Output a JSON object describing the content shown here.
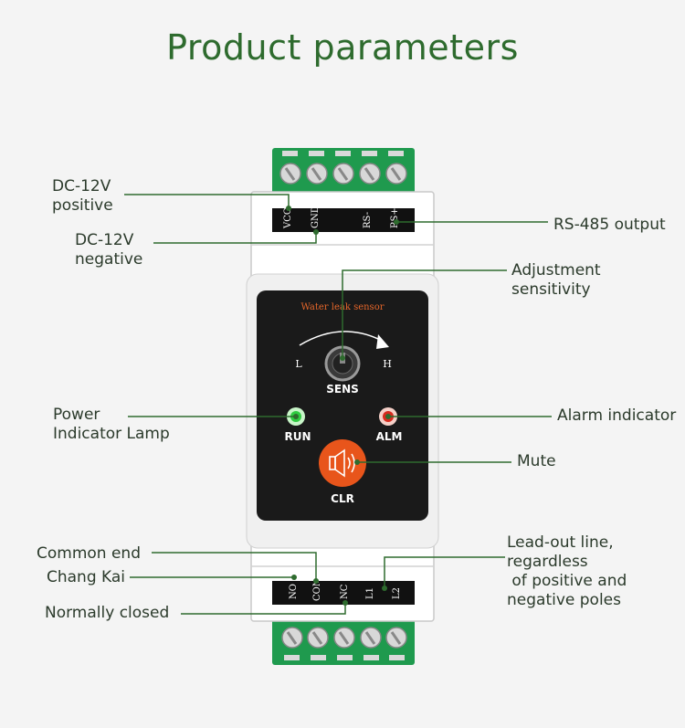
{
  "title": "Product parameters",
  "colors": {
    "title": "#2e6b2e",
    "leader_line": "#2e6b2e",
    "terminal_green": "#1f9a4e",
    "panel": "#1a1a1a",
    "clr_button": "#e8551b",
    "run_led": "#2ecc40",
    "alm_led": "#d62a1e",
    "panel_caption": "#e5662a"
  },
  "device": {
    "top_pins": [
      "VCC",
      "GND",
      "RS-",
      "RS+"
    ],
    "bottom_pins": [
      "NO",
      "COM",
      "NC",
      "L1",
      "L2"
    ],
    "panel_caption": "Water leak sensor",
    "knob_low": "L",
    "knob_high": "H",
    "knob_label": "SENS",
    "run_label": "RUN",
    "alm_label": "ALM",
    "clr_label": "CLR",
    "icons": {
      "knob": "sensitivity-knob-icon",
      "mute": "speaker-mute-icon",
      "arrow": "curved-arrow-icon"
    }
  },
  "callouts": {
    "dc_positive": "DC-12V\npositive",
    "dc_negative": "DC-12V\nnegative",
    "rs485": "RS-485 output",
    "adjustment": "Adjustment\nsensitivity",
    "power_lamp": "Power\nIndicator Lamp",
    "alarm": "Alarm indicator",
    "mute": "Mute",
    "common_end": "Common end",
    "chang_kai": "Chang Kai",
    "normally_closed": "Normally closed",
    "lead_out": "Lead-out line,\nregardless\n of positive and\nnegative poles"
  }
}
